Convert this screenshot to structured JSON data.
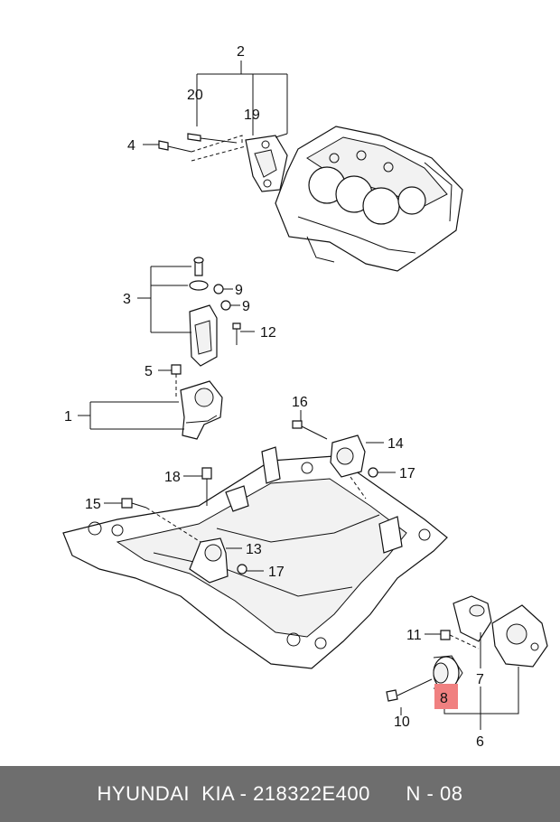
{
  "callouts": {
    "c2": "2",
    "c20": "20",
    "c19": "19",
    "c4": "4",
    "c3": "3",
    "c9a": "9",
    "c9b": "9",
    "c12": "12",
    "c5": "5",
    "c1": "1",
    "c16": "16",
    "c14": "14",
    "c17a": "17",
    "c18": "18",
    "c15": "15",
    "c13": "13",
    "c17b": "17",
    "c11": "11",
    "c7": "7",
    "c8": "8",
    "c10": "10",
    "c6": "6"
  },
  "highlight_color": "#f08080",
  "footer": {
    "brand": "HYUNDAI  KIA - 218322E400",
    "page": "N - 08"
  }
}
